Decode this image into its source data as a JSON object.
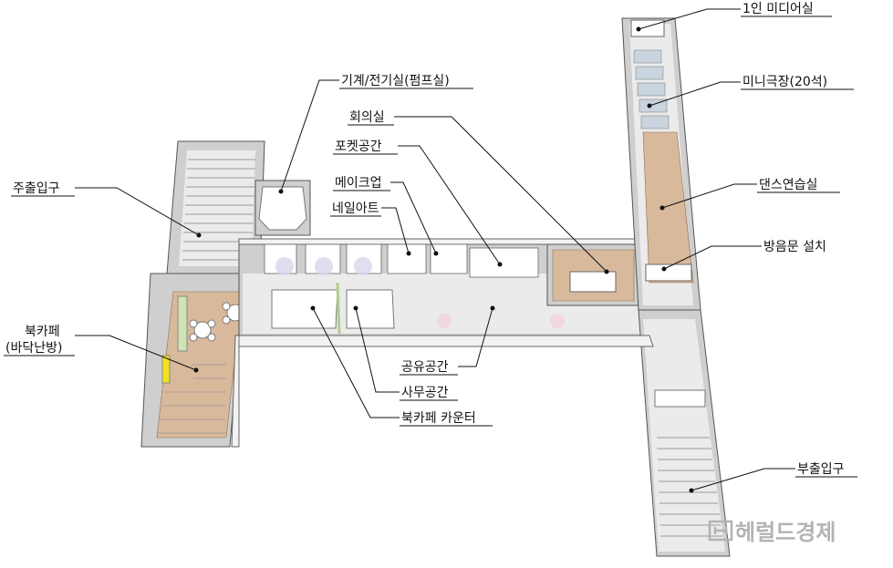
{
  "labels": {
    "media_room": "1인 미디어실",
    "mini_theater": "미니극장(20석)",
    "mechanical_room": "기계/전기실(펌프실)",
    "meeting_room": "회의실",
    "pocket_space": "포켓공간",
    "makeup": "메이크업",
    "nail_art": "네일아트",
    "dance_room": "댄스연습실",
    "main_entrance": "주출입구",
    "soundproof_door": "방음문 설치",
    "book_cafe_line1": "북카페",
    "book_cafe_line2": "(바닥난방)",
    "shared_space": "공유공간",
    "office_space": "사무공간",
    "book_cafe_counter": "북카페 카운터",
    "sub_entrance": "부출입구"
  },
  "watermark": {
    "icon": "newspaper-icon",
    "text": "헤럴드경제"
  },
  "colors": {
    "floor": "#ebebeb",
    "wood_floor": "#d9b99c",
    "wall": "#cfcfcf",
    "seat": "#c9d4de",
    "pink_spot": "#f3d2dc",
    "lavender_spot": "#dcd4ec",
    "bookshelf_yellow": "#f2e21c",
    "leader_line": "#111111",
    "watermark": "#b3b3b3"
  }
}
